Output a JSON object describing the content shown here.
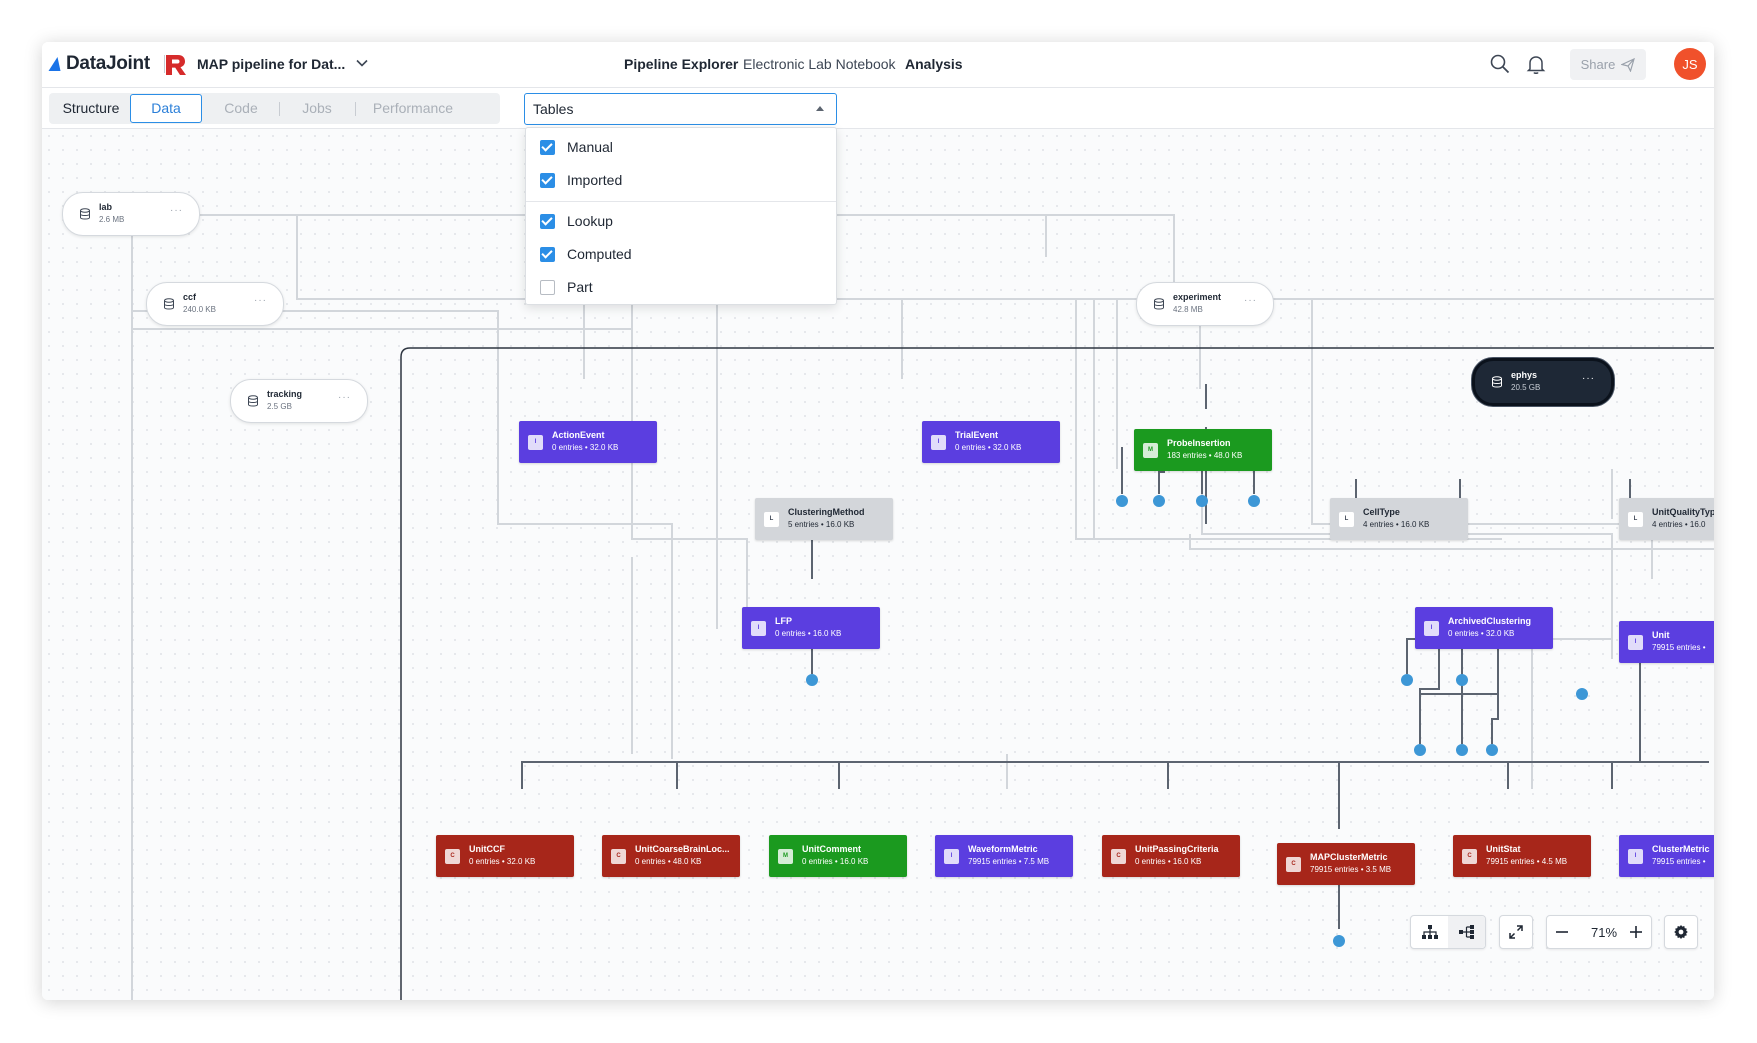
{
  "topbar": {
    "brand": "DataJoint",
    "pipeline_name": "MAP pipeline for Dat...",
    "nav": [
      "Pipeline Explorer",
      "Electronic Lab Notebook",
      "Analysis"
    ],
    "share_label": "Share",
    "avatar_initials": "JS"
  },
  "view_tabs": [
    {
      "label": "Structure",
      "state": "normal"
    },
    {
      "label": "Data",
      "state": "active"
    },
    {
      "label": "Code",
      "state": "disabled"
    },
    {
      "label": "Jobs",
      "state": "disabled"
    },
    {
      "label": "Performance",
      "state": "disabled"
    }
  ],
  "table_filter": {
    "selected": "Tables",
    "options": [
      {
        "label": "Manual",
        "checked": true
      },
      {
        "label": "Imported",
        "checked": true
      },
      {
        "label": "Lookup",
        "checked": true
      },
      {
        "label": "Computed",
        "checked": true
      },
      {
        "label": "Part",
        "checked": false
      }
    ]
  },
  "schemas": [
    {
      "name": "lab",
      "size": "2.6 MB"
    },
    {
      "name": "ccf",
      "size": "240.0 KB"
    },
    {
      "name": "tracking",
      "size": "2.5 GB"
    },
    {
      "name": "experiment",
      "size": "42.8 MB"
    },
    {
      "name": "ephys",
      "size": "20.5 GB",
      "selected": true
    }
  ],
  "tables": [
    {
      "name": "ActionEvent",
      "info": "0 entries • 32.0 KB",
      "tier": "imported",
      "badge": "I"
    },
    {
      "name": "TrialEvent",
      "info": "0 entries • 32.0 KB",
      "tier": "imported",
      "badge": "I"
    },
    {
      "name": "ProbeInsertion",
      "info": "183 entries • 48.0 KB",
      "tier": "manual",
      "badge": "M"
    },
    {
      "name": "ClusteringMethod",
      "info": "5 entries • 16.0 KB",
      "tier": "lookup",
      "badge": "L"
    },
    {
      "name": "CellType",
      "info": "4 entries • 16.0 KB",
      "tier": "lookup",
      "badge": "L"
    },
    {
      "name": "UnitQualityTyp",
      "info": "4 entries • 16.0",
      "tier": "lookup",
      "badge": "L"
    },
    {
      "name": "LFP",
      "info": "0 entries • 16.0 KB",
      "tier": "imported",
      "badge": "I"
    },
    {
      "name": "ArchivedClustering",
      "info": "0 entries • 32.0 KB",
      "tier": "imported",
      "badge": "I"
    },
    {
      "name": "Unit",
      "info": "79915 entries •",
      "tier": "imported",
      "badge": "I"
    },
    {
      "name": "UnitCCF",
      "info": "0 entries • 32.0 KB",
      "tier": "computed",
      "badge": "C"
    },
    {
      "name": "UnitCoarseBrainLoc...",
      "info": "0 entries • 48.0 KB",
      "tier": "computed",
      "badge": "C"
    },
    {
      "name": "UnitComment",
      "info": "0 entries • 16.0 KB",
      "tier": "manual",
      "badge": "M"
    },
    {
      "name": "WaveformMetric",
      "info": "79915 entries • 7.5 MB",
      "tier": "imported",
      "badge": "I"
    },
    {
      "name": "UnitPassingCriteria",
      "info": "0 entries • 16.0 KB",
      "tier": "computed",
      "badge": "C"
    },
    {
      "name": "MAPClusterMetric",
      "info": "79915 entries • 3.5 MB",
      "tier": "computed",
      "badge": "C"
    },
    {
      "name": "UnitStat",
      "info": "79915 entries • 4.5 MB",
      "tier": "computed",
      "badge": "C"
    },
    {
      "name": "ClusterMetric",
      "info": "79915 entries •",
      "tier": "imported",
      "badge": "I"
    }
  ],
  "zoom": {
    "label": "71%"
  },
  "colors": {
    "accent": "#2b8ee6",
    "manual": "#1b9a1f",
    "imported": "#5b3ee0",
    "computed": "#a7261a",
    "lookup": "#d3d6da",
    "part_dot": "#3d97d6",
    "avatar": "#f0512b"
  },
  "icons": [
    "search-icon",
    "bell-icon",
    "send-icon",
    "database-icon",
    "chevron-down-icon",
    "hierarchy-icon",
    "layout-icon",
    "expand-icon",
    "minus-icon",
    "plus-icon",
    "gear-icon"
  ]
}
